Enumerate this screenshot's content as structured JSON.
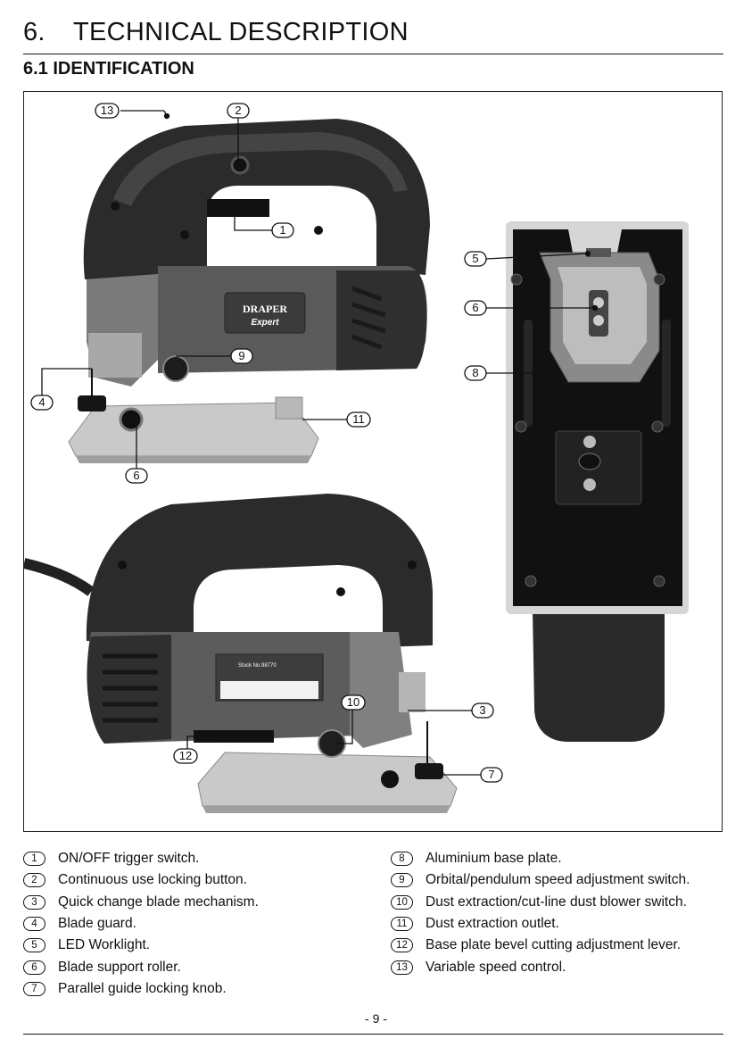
{
  "header": {
    "section_number": "6.",
    "section_title": "TECHNICAL DESCRIPTION",
    "subsection": "6.1 IDENTIFICATION"
  },
  "figure": {
    "brand_logo": "DRAPER",
    "brand_sub": "Expert",
    "label_stock": "Stock No.98770"
  },
  "legend": [
    {
      "num": "1",
      "text": "ON/OFF trigger switch."
    },
    {
      "num": "2",
      "text": "Continuous use locking button."
    },
    {
      "num": "3",
      "text": "Quick change blade mechanism."
    },
    {
      "num": "4",
      "text": "Blade guard."
    },
    {
      "num": "5",
      "text": "LED Worklight."
    },
    {
      "num": "6",
      "text": "Blade support roller."
    },
    {
      "num": "7",
      "text": "Parallel guide locking knob."
    },
    {
      "num": "8",
      "text": "Aluminium base plate."
    },
    {
      "num": "9",
      "text": "Orbital/pendulum speed adjustment switch."
    },
    {
      "num": "10",
      "text": "Dust extraction/cut-line dust blower switch."
    },
    {
      "num": "11",
      "text": "Dust extraction outlet."
    },
    {
      "num": "12",
      "text": "Base plate bevel cutting adjustment lever."
    },
    {
      "num": "13",
      "text": "Variable speed control."
    }
  ],
  "footer": {
    "page_number": "- 9 -"
  },
  "colors": {
    "body_dark": "#2b2b2b",
    "body_grey": "#6a6a6a",
    "base_light": "#c9c9c9",
    "plate_black": "#111111"
  }
}
